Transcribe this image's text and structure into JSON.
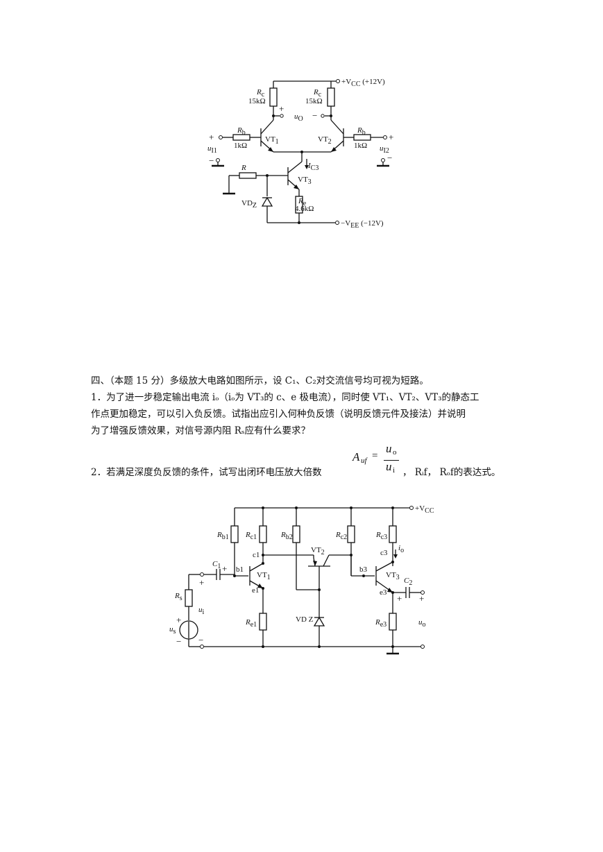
{
  "circuit1": {
    "vcc": "+V",
    "vcc_sub": "CC",
    "vcc_val": " (+12V)",
    "vee": "−V",
    "vee_sub": "EE",
    "vee_val": " (−12V)",
    "rc": "R",
    "rc_sub": "c",
    "rc_val": "15kΩ",
    "rb": "R",
    "rb_sub": "b",
    "rb_val": "1kΩ",
    "r": "R",
    "re": "R",
    "re_sub": "e",
    "re_val": "4.6kΩ",
    "vt1": "VT",
    "vt1_sub": "1",
    "vt2": "VT",
    "vt2_sub": "2",
    "vt3": "VT",
    "vt3_sub": "3",
    "vdz": "VD",
    "vdz_sub": "Z",
    "uo": "u",
    "uo_sub": "O",
    "ui1": "u",
    "ui1_sub": "I1",
    "ui2": "u",
    "ui2_sub": "I2",
    "ic3": "I",
    "ic3_sub": "C3",
    "plus": "+",
    "minus": "−"
  },
  "question": {
    "line1": "四、（本题 15 分）多级放大电路如图所示，设 C₁、C₂对交流信号均可视为短路。",
    "line2": "1．为了进一步稳定输出电流 iₒ（iₒ为 VT₃的 c、e 极电流），同时使 VT₁、VT₂、VT₃的静态工",
    "line3": "作点更加稳定，可以引入负反馈。试指出应引入何种负反馈（说明反馈元件及接法）并说明",
    "line4": "为了增强反馈效果，对信号源内阻 Rₛ应有什么要求？",
    "line5_prefix": "2．若满足深度负反馈的条件，试写出闭环电压放大倍数",
    "line5_suffix": "，  Rᵢf，  Rₒf的表达式。",
    "formula_lhs": "A",
    "formula_lhs_sub": "uf",
    "formula_eq": "=",
    "formula_num": "u",
    "formula_num_sub": "o",
    "formula_den": "u",
    "formula_den_sub": "i"
  },
  "circuit2": {
    "vcc": "+V",
    "vcc_sub": "CC",
    "rb1": "R",
    "rb1_sub": "b1",
    "rc1": "R",
    "rc1_sub": "c1",
    "rb2": "R",
    "rb2_sub": "b2",
    "rc2": "R",
    "rc2_sub": "c2",
    "rc3": "R",
    "rc3_sub": "c3",
    "c1": "C",
    "c1_sub": "1",
    "c2": "C",
    "c2_sub": "2",
    "b1": "b1",
    "c1node": "c1",
    "e1node": "e1",
    "b3": "b3",
    "c3node": "c3",
    "e3node": "e3",
    "vt1": "VT",
    "vt1_sub": "1",
    "vt2": "VT",
    "vt2_sub": "2",
    "vt3": "VT",
    "vt3_sub": "3",
    "vdz": "VD Z",
    "rs": "R",
    "rs_sub": "s",
    "ui": "u",
    "ui_sub": "i",
    "us": "u",
    "us_sub": "s",
    "re1": "R",
    "re1_sub": "e1",
    "re3": "R",
    "re3_sub": "e3",
    "uo": "u",
    "uo_sub": "o",
    "io": "i",
    "io_sub": "o",
    "plus": "+",
    "minus": "−"
  }
}
